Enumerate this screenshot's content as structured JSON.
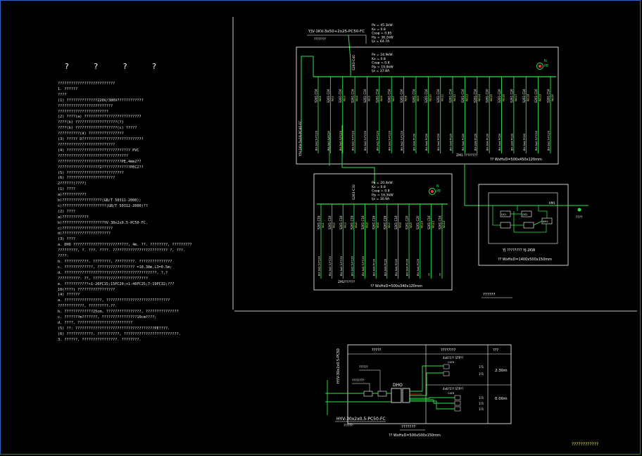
{
  "colors": {
    "background": "#000000",
    "line": "#ffffff",
    "wire": "#2fe34a",
    "label": "#ffff66",
    "accent": "#ff3333",
    "frame": "#2a66c8"
  },
  "header_marks": [
    "?",
    "?",
    "?",
    "?"
  ],
  "notes": [
    "??????????????????????????",
    "1. ??????",
    "????",
    "(1) ??????????????220V/380V????????????",
    "?????????????????????????",
    "???????????????????????",
    "(2) ????(a) ??????????????????????????",
    "????(b) ???????????????????(?)",
    "????(b) ???????????????????(c) ?????",
    "??????????(d) ????????????????",
    "(3) ????? D????????????????????????????",
    "??????????????????????????",
    "(4) ????????????????????????????? PVC",
    "????????????????????????????????",
    "?????????????????????????????PE,4mm2??",
    "???????????????????2?????????????PEC2??",
    "(5) ??????????????????????????",
    "(6) ??????????????????????",
    "2??????(????)",
    "(1) ????",
    "a)???????????",
    "b)??????????????????(GB/T 50311-2000);",
    "c)????????????????????(GB/T 50312-2000)??",
    "(2) ????",
    "a)????????????",
    "b)???????????????????YV-30x2x0.5-PC50-FC.",
    "c)???????????????????????",
    "d)??????????????????????",
    "(3) ????",
    "a. DHO ?????????????????????????, 4m. ??. ????????, ?????????",
    "   ?????????, ?. ???. ????. ????????????????????????? ?, ???.",
    "   ????:",
    "b. ???????????. ????????, ?????????. ???????????????",
    "c. ?????????????, ????????????????? =10.38m,L3=0.5m;",
    "d. ??????????????????????????????????????????, ?,?",
    "   ??????????: ??, ?????????????????????????",
    "e. ???????????+1-26PC15;15PC20;+1-46PC25;7-19PC32;???",
    "   10(????) ?????????????????",
    "(4) ??????",
    "a. ?????????????????, ?????????????????????????????",
    "   ????????????, ?????????.??.",
    "b. ?????????????25cm, ????????????????, ???????????????",
    "c. ???????m???????, ????????????????10cm????;",
    "d. ????, ?????????????????????????",
    "(5) ??: ????????????????????????????????????PE????.",
    "(6) ????????????. ??????????, ?????????????????????????.",
    "3. ??????, ????????????????. ????????."
  ],
  "incoming_cable": "YJV-1KV-3x50+2x25-PC50-FC",
  "incoming_cable_note": "????????",
  "main_params": [
    "Pe = 45.3kW",
    "Kx = 0.8",
    "Cosφ = 0.85",
    "Pjs = 36.2kW",
    "Ijs = 64.7A"
  ],
  "panel1": {
    "params": [
      "Pe = 24.9kW",
      "Kx = 0.8",
      "Cosφ = 0.8",
      "Pjs = 19.9kW",
      "Ijs = 37.8A"
    ],
    "breaker": "S263-C40",
    "ne_labels": [
      "N",
      "PE"
    ],
    "circuits": [
      "WL1",
      "WL2",
      "WL3",
      "WL4",
      "WL5",
      "WL6",
      "WL7",
      "WL8",
      "WL9",
      "WL10",
      "WL11",
      "WL12",
      "WL13",
      "WL14",
      "WL15",
      "WL16",
      "WL17",
      "WL18",
      "WL19",
      "WL20"
    ],
    "circuit_labels": [
      "S261-C16",
      "S261-C16",
      "S261-C16",
      "S261-C16",
      "S261-C16",
      "S261-C16",
      "S261-C16",
      "S261-C16",
      "S261-C16",
      "S261-C16",
      "S261-C16",
      "S261-C16",
      "S261-C16",
      "S261-C16",
      "S261-C20",
      "S261-C20",
      "S261-C20",
      "S261-C16",
      "S261-C16",
      "S261-C16"
    ],
    "load_labels": [
      "BV-3x2.5-PC20",
      "BV-3x2.5-PC20",
      "BV-3x2.5-PC20",
      "BV-3x2.5-PC20",
      "BV-3x2.5-PC20",
      "BV-3x2.5-PC20",
      "BV-3x2.5-PC20",
      "BV-3x2.5-PC20",
      "BV-3x4-PC20",
      "BV-3x4-PC20",
      "BV-3x4-PC20",
      "BV-3x4-PC20",
      "BV-3x4-PC20",
      "BV-3x4-PC20",
      "BV-3x4-PC20",
      "BV-3x4-PC20",
      "BV-3x4-PC20",
      "BV-3x4-PC20",
      "BV-3x2.5-PC20",
      "BV-3x2.5-PC20"
    ],
    "feeder": "YJV-1KV-5x16-PC40-FC",
    "name": "ZM1 ????????",
    "dims": "?? WxHxD=500x450x120mm"
  },
  "panel2": {
    "params": [
      "Pe = 20.4kW",
      "Kx = 0.8",
      "Cosφ = 0.8",
      "Pjs = 16.3kW",
      "Ijs = 30.9A"
    ],
    "breaker": "S263-C32",
    "ne_labels": [
      "N",
      "PE"
    ],
    "circuits": [
      "WL1",
      "WL2",
      "WL3",
      "WL4",
      "WL5",
      "WL6",
      "WL7",
      "WL8",
      "WL9",
      "WL10",
      "WL11",
      "WL12"
    ],
    "circuit_labels": [
      "S261-C16",
      "S261-C16",
      "S261-C16",
      "S261-C16",
      "S261-C16",
      "S261-C16",
      "S261-C16",
      "S261-C16",
      "S261-C20",
      "S261-C20",
      "S261-C16",
      "S261-C16"
    ],
    "load_labels": [
      "BV-3x2.5-PC20",
      "BV-3x2.5-PC20",
      "BV-3x2.5-PC20",
      "BV-3x2.5-PC20",
      "BV-3x2.5-PC20",
      "BV-3x4-PC20",
      "BV-3x4-PC20",
      "BV-3x4-PC20",
      "BV-3x4-PC20",
      "BV-3x4-PC20",
      "??",
      "??"
    ],
    "name": "ZM2??????",
    "dims": "?? WxHxD=500x340x120mm"
  },
  "box3": {
    "labels": [
      "KM1",
      "QS1",
      "QS2",
      "KM2"
    ],
    "name": "YJ ???????? YJ-2KW",
    "dims": "?? WxHxD=1400x500x150mm",
    "out_label": "????"
  },
  "system_title": "??????",
  "table": {
    "headers": [
      "?????",
      "????????",
      "???"
    ],
    "rows": [
      {
        "item": "4x6?1?? STP??",
        "sub": "CAT6",
        "counts": [
          "1?1",
          "1?1"
        ],
        "height": "2.30m"
      },
      {
        "item": "4x6?1?? STP??",
        "sub": "CAT6",
        "counts": [
          "1?1",
          "1?1",
          "1?1"
        ],
        "height": "0.00m"
      }
    ],
    "cable": "HYV-30x2x0.5-PC50-FC",
    "cable_note": "??????",
    "vertical_cable": "HYV-30x2x0.5-PC50",
    "dh_label": "DHO",
    "left_labels": [
      "??????",
      "????????"
    ],
    "name": "???????",
    "dims": "?? WxHxD=500x500x150mm"
  },
  "drawing_title": "????????????"
}
